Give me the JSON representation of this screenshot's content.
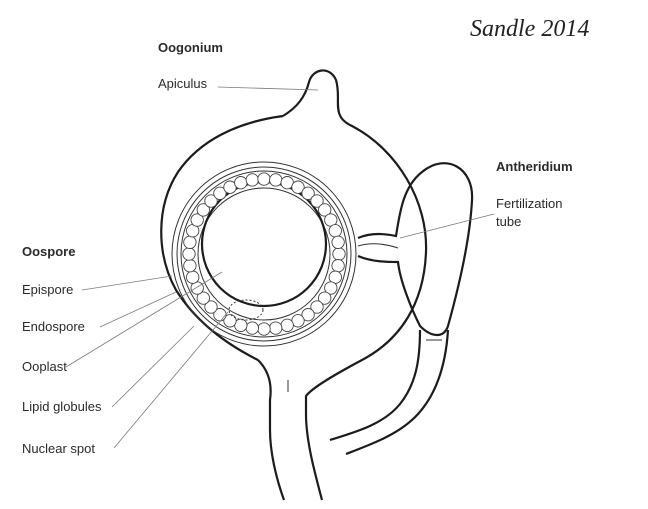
{
  "citation": "Sandle 2014",
  "headings": {
    "oogonium": "Oogonium",
    "antheridium": "Antheridium",
    "oospore": "Oospore"
  },
  "labels": {
    "apiculus": "Apiculus",
    "fertilization_tube_line1": "Fertilization",
    "fertilization_tube_line2": "tube",
    "epispore": "Epispore",
    "endospore": "Endospore",
    "ooplast": "Ooplast",
    "lipid_globules": "Lipid globules",
    "nuclear_spot": "Nuclear spot"
  }
}
